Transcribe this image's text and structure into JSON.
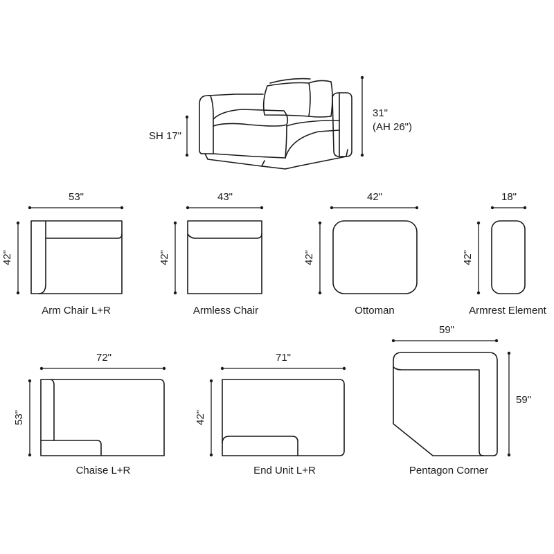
{
  "sofa": {
    "seat_height": "SH 17\"",
    "height": "31\"",
    "arm_height": "(AH 26\")"
  },
  "pieces": [
    {
      "name": "Arm Chair L+R",
      "width": "53\"",
      "depth": "42\""
    },
    {
      "name": "Armless Chair",
      "width": "43\"",
      "depth": "42\""
    },
    {
      "name": "Ottoman",
      "width": "42\"",
      "depth": "42\""
    },
    {
      "name": "Armrest Element",
      "width": "18\"",
      "depth": "42\""
    },
    {
      "name": "Chaise L+R",
      "width": "72\"",
      "depth": "53\""
    },
    {
      "name": "End Unit L+R",
      "width": "71\"",
      "depth": "42\""
    },
    {
      "name": "Pentagon Corner",
      "width": "59\"",
      "depth": "59\""
    }
  ]
}
